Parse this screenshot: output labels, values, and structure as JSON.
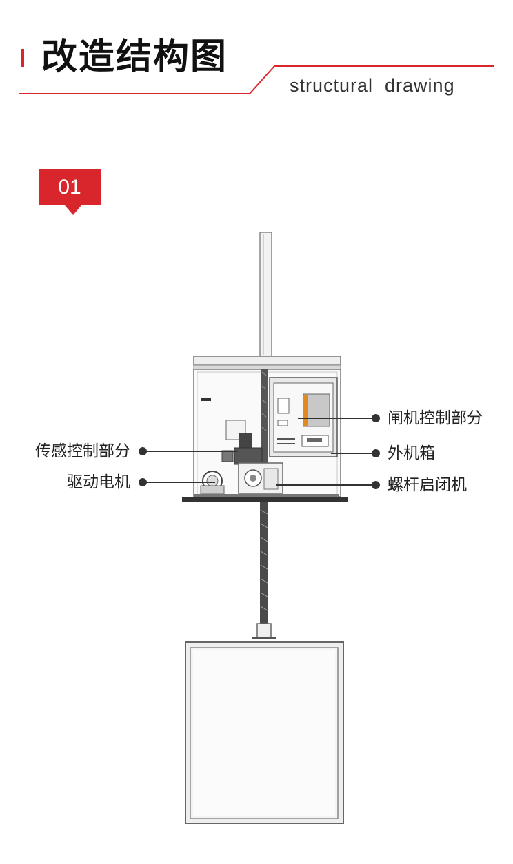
{
  "header": {
    "title": "改造结构图",
    "subtitle": "structural  drawing",
    "accent_color": "#d9262c"
  },
  "section": {
    "badge": "01"
  },
  "diagram": {
    "labels": {
      "gate_control": "闸机控制部分",
      "sensor_control": "传感控制部分",
      "outer_box": "外机箱",
      "drive_motor": "驱动电机",
      "screw_hoist": "螺杆启闭机"
    }
  }
}
